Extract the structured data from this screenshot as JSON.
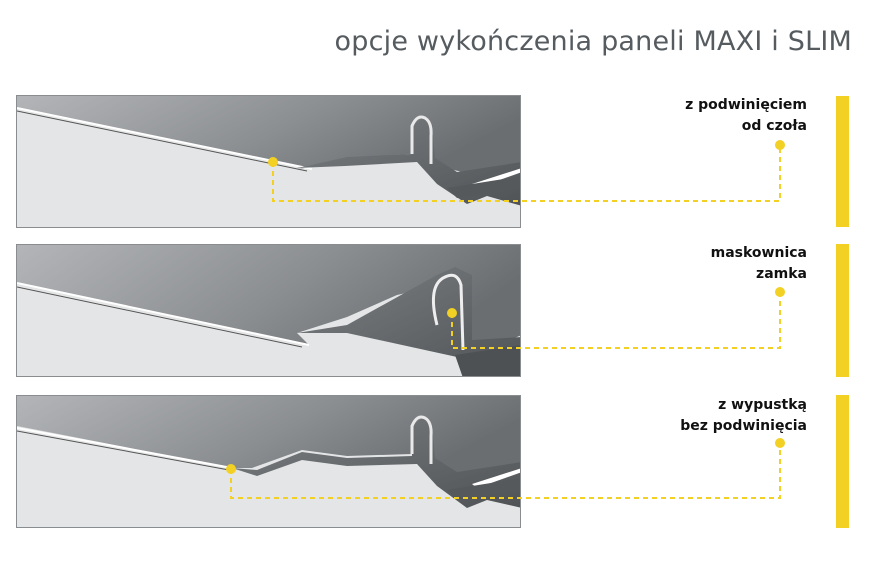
{
  "title": "opcje wykończenia paneli MAXI i SLIM",
  "options": [
    {
      "line1": "z podwinięciem",
      "line2": "od czoła"
    },
    {
      "line1": "maskownica",
      "line2": "zamka"
    },
    {
      "line1": "z wypustką",
      "line2": "bez podwinięcia"
    }
  ],
  "colors": {
    "accent": "#f2d024",
    "panel_bg": "#e4e5e6",
    "metal_light": "#a9acaf",
    "metal_dark": "#5f6366",
    "title": "#555b5f"
  }
}
